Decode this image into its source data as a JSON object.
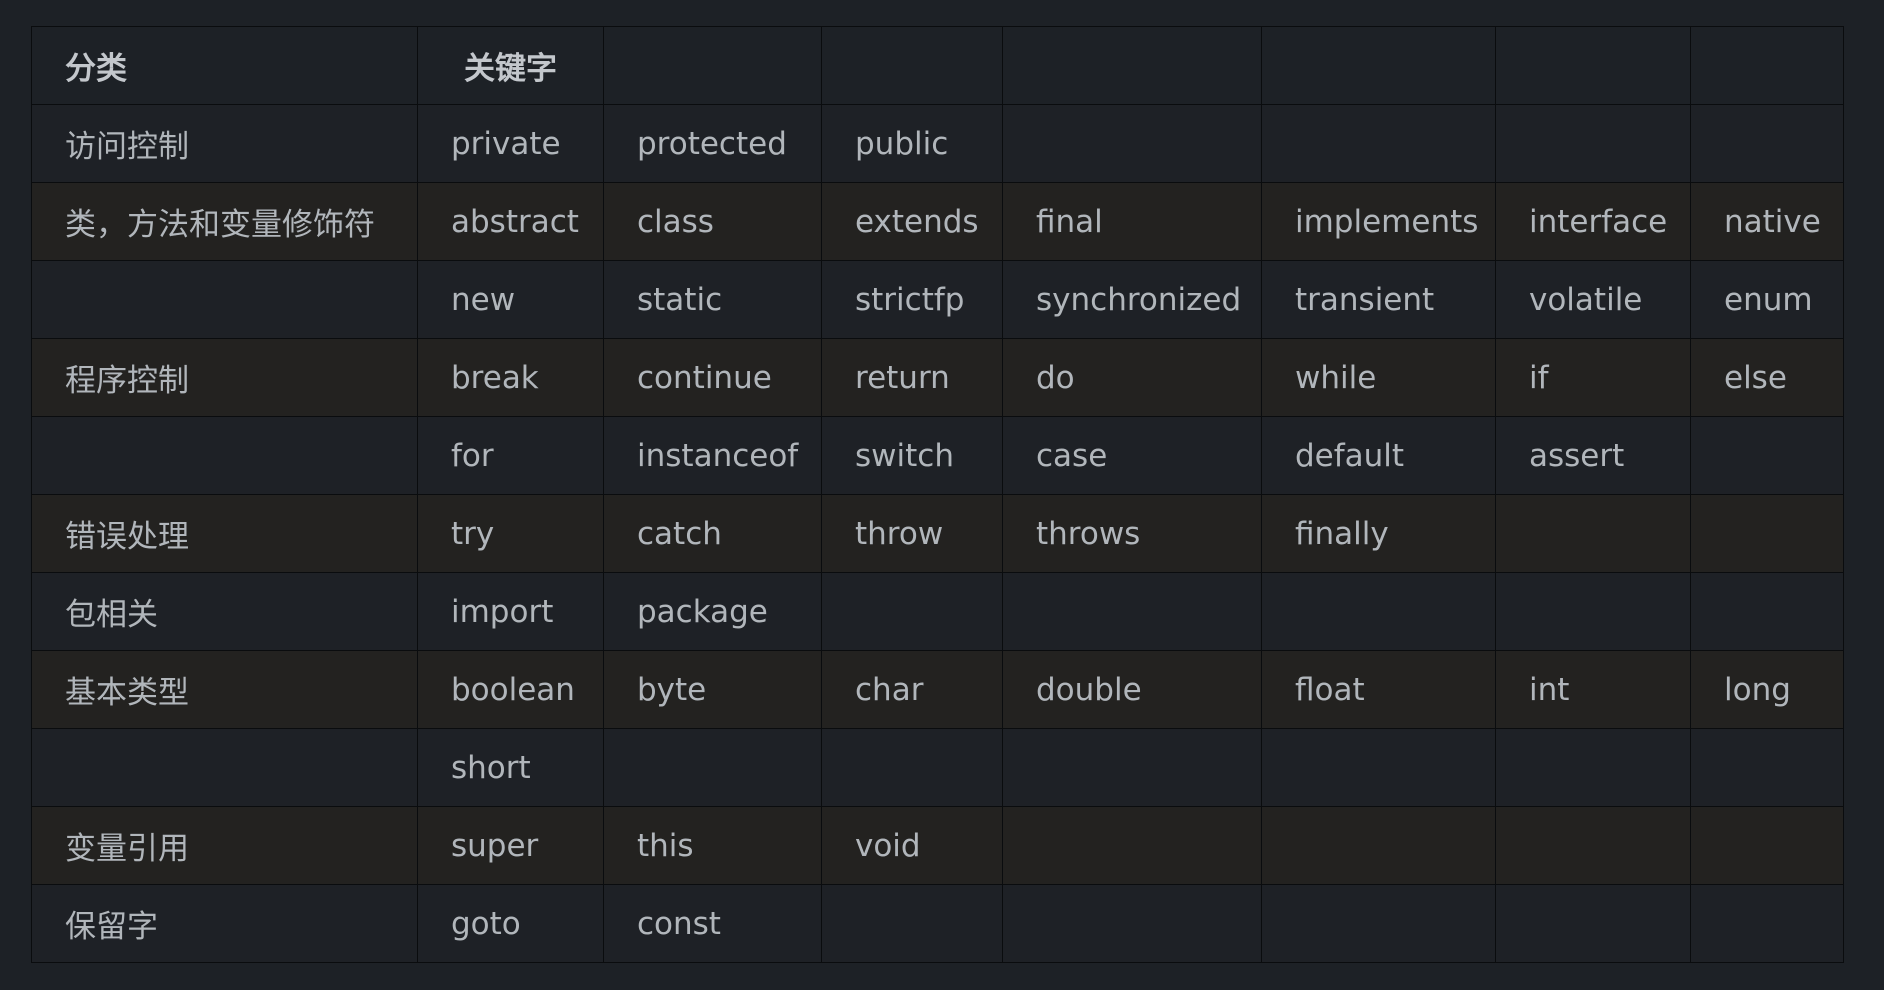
{
  "table": {
    "headers": [
      "分类",
      "关键字",
      "",
      "",
      "",
      "",
      "",
      ""
    ],
    "rows": [
      [
        "访问控制",
        "private",
        "protected",
        "public",
        "",
        "",
        "",
        ""
      ],
      [
        "类，方法和变量修饰符",
        "abstract",
        "class",
        "extends",
        "final",
        "implements",
        "interface",
        "native"
      ],
      [
        "",
        "new",
        "static",
        "strictfp",
        "synchronized",
        "transient",
        "volatile",
        "enum"
      ],
      [
        "程序控制",
        "break",
        "continue",
        "return",
        "do",
        "while",
        "if",
        "else"
      ],
      [
        "",
        "for",
        "instanceof",
        "switch",
        "case",
        "default",
        "assert",
        ""
      ],
      [
        "错误处理",
        "try",
        "catch",
        "throw",
        "throws",
        "finally",
        "",
        ""
      ],
      [
        "包相关",
        "import",
        "package",
        "",
        "",
        "",
        "",
        ""
      ],
      [
        "基本类型",
        "boolean",
        "byte",
        "char",
        "double",
        "float",
        "int",
        "long"
      ],
      [
        "",
        "short",
        "",
        "",
        "",
        "",
        "",
        ""
      ],
      [
        "变量引用",
        "super",
        "this",
        "void",
        "",
        "",
        "",
        ""
      ],
      [
        "保留字",
        "goto",
        "const",
        "",
        "",
        "",
        "",
        ""
      ]
    ]
  },
  "colors": {
    "background": "#1d2126",
    "row_band": "#232220",
    "border": "#0a0c0e",
    "text": "#b1b6bb"
  }
}
